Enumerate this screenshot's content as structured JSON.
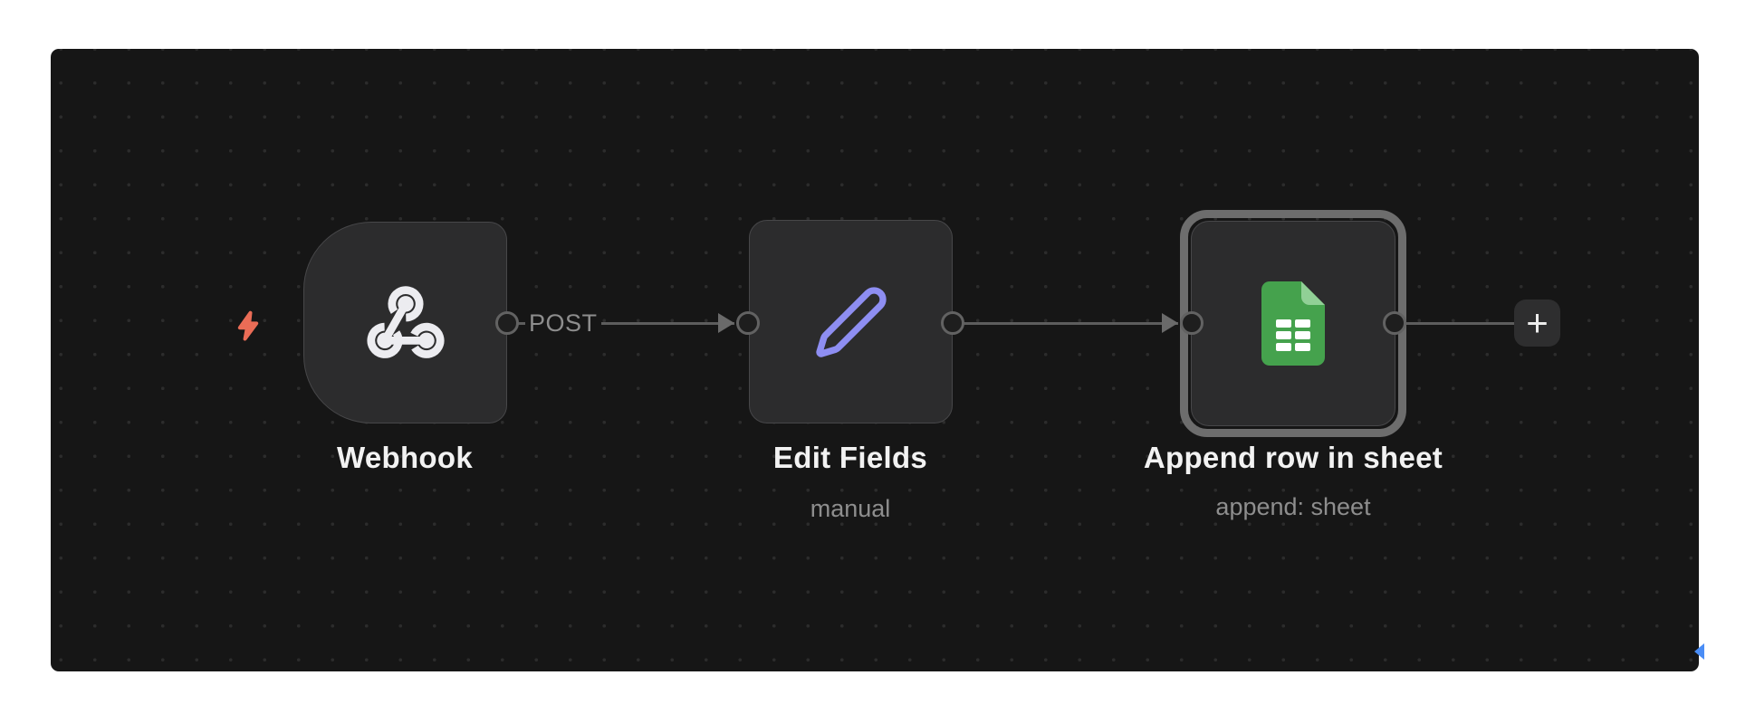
{
  "canvas": {
    "background": "#161616",
    "dot_color": "#2c2c2c"
  },
  "workflow": {
    "nodes": [
      {
        "name": "Webhook",
        "subtitle": "",
        "icon": "webhook-icon",
        "type": "trigger",
        "selected": false
      },
      {
        "name": "Edit Fields",
        "subtitle": "manual",
        "icon": "pencil-icon",
        "type": "action",
        "selected": false
      },
      {
        "name": "Append row in sheet",
        "subtitle": "append: sheet",
        "icon": "google-sheets-icon",
        "type": "action",
        "selected": true
      }
    ],
    "connections": [
      {
        "from": "Webhook",
        "to": "Edit Fields",
        "label": "POST"
      },
      {
        "from": "Edit Fields",
        "to": "Append row in sheet",
        "label": ""
      }
    ],
    "trigger_indicator_icon": "lightning-bolt-icon",
    "add_button_label": "+"
  },
  "colors": {
    "node_background": "#2c2c2d",
    "node_border": "#474749",
    "selection_ring": "#6d6d6d",
    "connection_line": "#5d5d5d",
    "trigger_bolt": "#ea6c56",
    "pencil_accent": "#8e8ef2",
    "sheets_green": "#45a24d",
    "sheets_fold_green": "#91d096",
    "title_text": "#f2f2f2",
    "subtitle_text": "#8e8e8e",
    "edge_marker_blue": "#4a8df6"
  }
}
